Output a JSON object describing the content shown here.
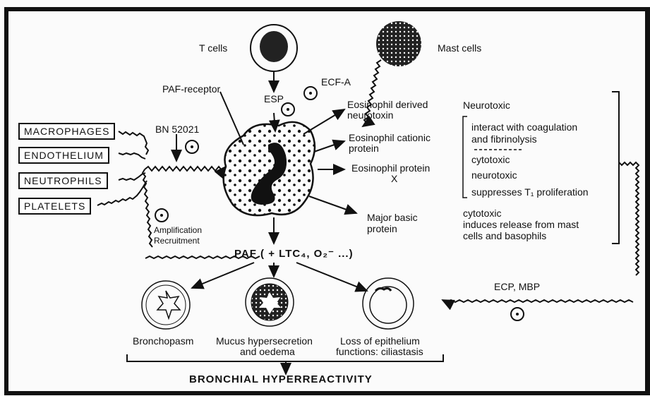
{
  "cells": {
    "t_cells": "T cells",
    "mast_cells": "Mast cells"
  },
  "mediators": {
    "esp": "ESP",
    "ecf_a": "ECF-A",
    "paf_receptor": "PAF-receptor",
    "bn": "BN 52021",
    "amplification": "Amplification",
    "recruitment": "Recruitment",
    "paf": "PAF ( + LTC₄, O₂⁻ ...)",
    "ecp_mbp": "ECP, MBP"
  },
  "sources": [
    "MACROPHAGES",
    "ENDOTHELIUM",
    "NEUTROPHILS",
    "PLATELETS"
  ],
  "products": [
    {
      "line1": "Eosinophil derived",
      "line2": "neurotoxin"
    },
    {
      "line1": "Eosinophil cationic",
      "line2": "protein"
    },
    {
      "line1": "Eosinophil protein",
      "line2": "X"
    },
    {
      "line1": "Major basic",
      "line2": "protein"
    }
  ],
  "effects": {
    "e1": "Neurotoxic",
    "e2a": "interact with coagulation",
    "e2b": "and fibrinolysis",
    "e3": "cytotoxic",
    "e4": "neurotoxic",
    "e5": "suppresses T₁ proliferation",
    "e6a": "cytotoxic",
    "e6b": "induces release from mast",
    "e6c": "cells and basophils"
  },
  "outcomes": {
    "o1": "Bronchopasm",
    "o2a": "Mucus hypersecretion",
    "o2b": "and oedema",
    "o3a": "Loss of epithelium",
    "o3b": "functions: ciliastasis"
  },
  "footer": "BRONCHIAL HYPERREACTIVITY",
  "inhibit_symbol": "⊙"
}
